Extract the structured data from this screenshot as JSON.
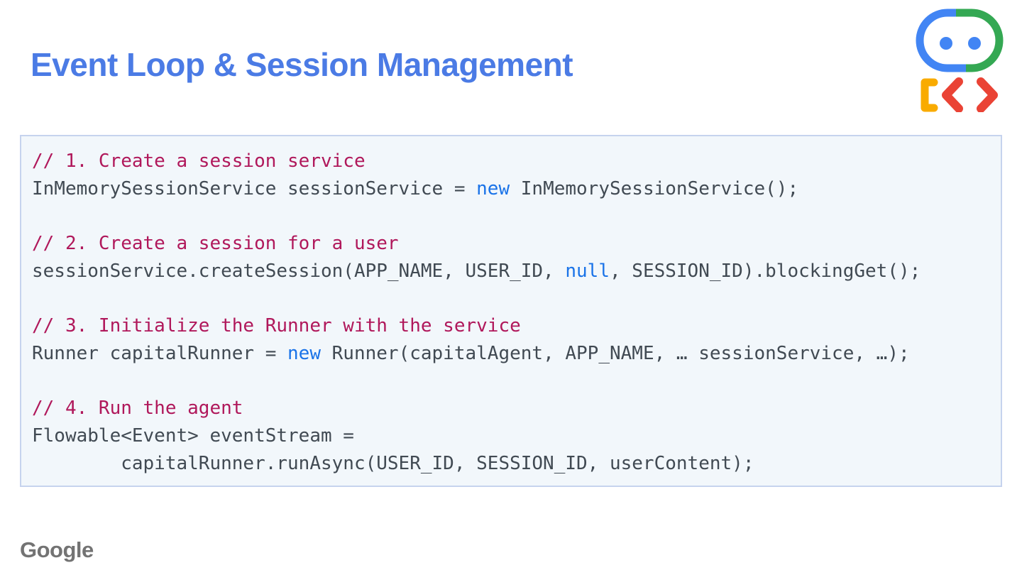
{
  "header": {
    "title": "Event Loop & Session Management",
    "logo_icon": "adk-robot-icon"
  },
  "code_block": {
    "lines": [
      {
        "segments": [
          {
            "type": "comment",
            "text": "// 1. Create a session service"
          }
        ]
      },
      {
        "segments": [
          {
            "type": "code",
            "text": "InMemorySessionService sessionService = "
          },
          {
            "type": "keyword",
            "text": "new"
          },
          {
            "type": "code",
            "text": " InMemorySessionService();"
          }
        ]
      },
      {
        "segments": []
      },
      {
        "segments": [
          {
            "type": "comment",
            "text": "// 2. Create a session for a user"
          }
        ]
      },
      {
        "segments": [
          {
            "type": "code",
            "text": "sessionService.createSession(APP_NAME, USER_ID, "
          },
          {
            "type": "keyword",
            "text": "null"
          },
          {
            "type": "code",
            "text": ", SESSION_ID).blockingGet();"
          }
        ]
      },
      {
        "segments": []
      },
      {
        "segments": [
          {
            "type": "comment",
            "text": "// 3. Initialize the Runner with the service"
          }
        ]
      },
      {
        "segments": [
          {
            "type": "code",
            "text": "Runner capitalRunner = "
          },
          {
            "type": "keyword",
            "text": "new"
          },
          {
            "type": "code",
            "text": " Runner(capitalAgent, APP_NAME, … sessionService, …);"
          }
        ]
      },
      {
        "segments": []
      },
      {
        "segments": [
          {
            "type": "comment",
            "text": "// 4. Run the agent"
          }
        ]
      },
      {
        "segments": [
          {
            "type": "code",
            "text": "Flowable<Event> eventStream ="
          }
        ]
      },
      {
        "segments": [
          {
            "type": "code",
            "text": "        capitalRunner.runAsync(USER_ID, SESSION_ID, userContent);"
          }
        ]
      }
    ]
  },
  "footer": {
    "brand": "Google"
  },
  "colors": {
    "title_color": "#4B7BE5",
    "comment_color": "#B0185B",
    "code_color": "#414A53",
    "keyword_color": "#1A73E8",
    "code_bg": "#F2F7FB",
    "code_border": "#C6D3EE",
    "brand_color": "#737373",
    "logo_blue": "#4285F4",
    "logo_green": "#34A853",
    "logo_yellow": "#F9AB00",
    "logo_red": "#EA4335"
  }
}
